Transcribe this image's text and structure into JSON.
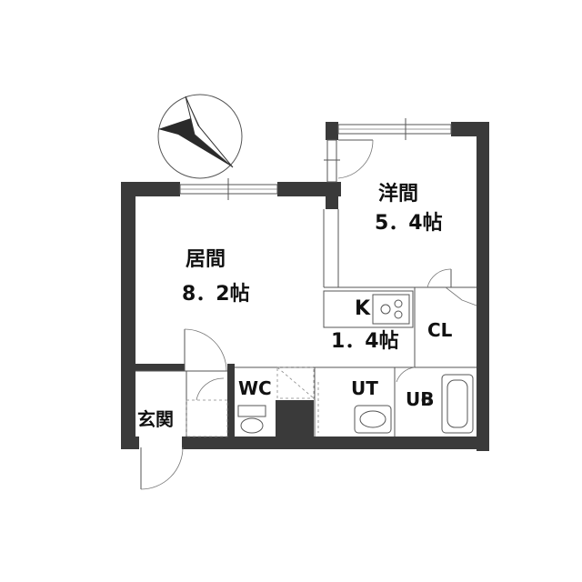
{
  "rooms": {
    "living": {
      "name": "居間",
      "size": "8．2帖"
    },
    "western": {
      "name": "洋間",
      "size": "5．4帖"
    },
    "kitchen": {
      "name": "K",
      "size": "1．4帖"
    },
    "closet": {
      "name": "CL"
    },
    "toilet": {
      "name": "WC"
    },
    "utility": {
      "name": "UT"
    },
    "bath": {
      "name": "UB"
    },
    "entrance": {
      "name": "玄関"
    }
  },
  "compass": {
    "icon": "north-arrow-icon"
  },
  "colors": {
    "wall": "#3a3a3a",
    "line": "#555555",
    "background": "#ffffff"
  }
}
